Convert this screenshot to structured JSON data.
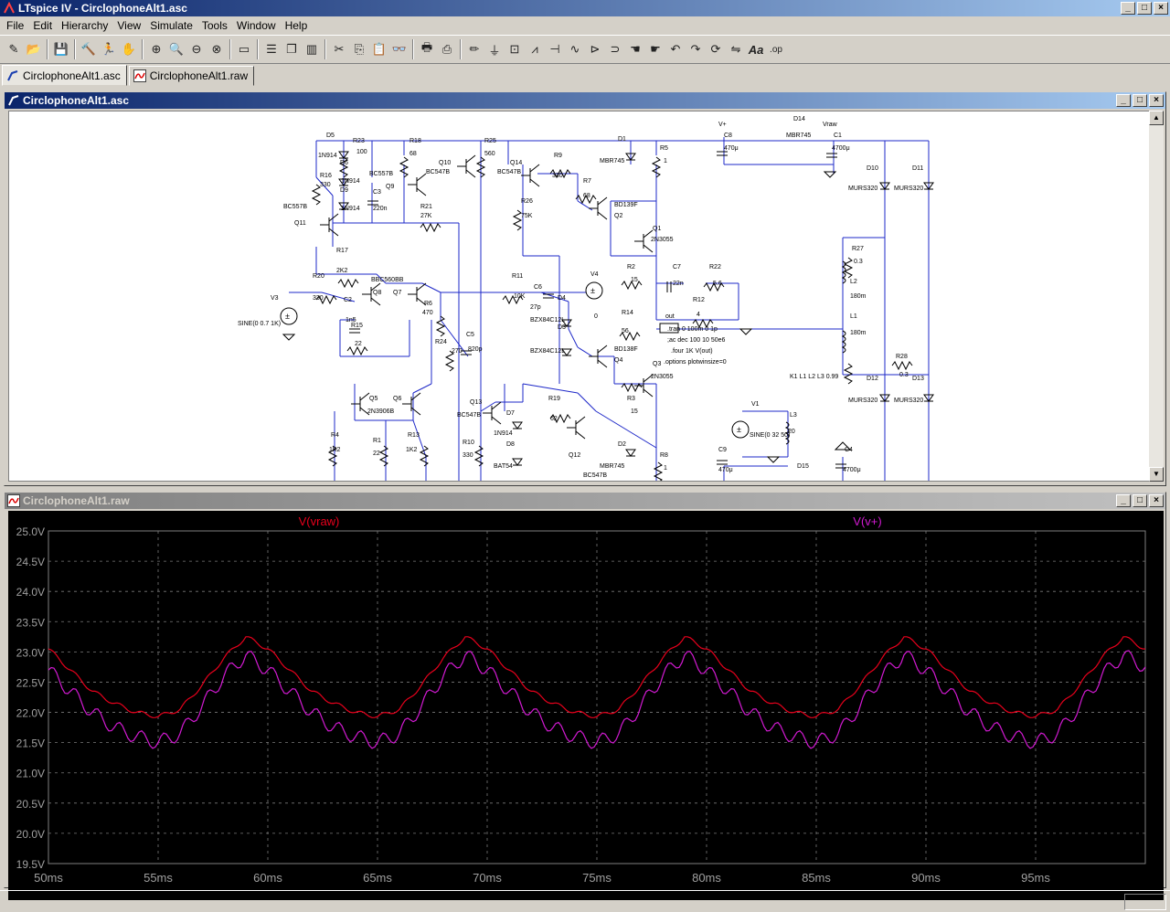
{
  "app": {
    "title": "LTspice IV - CirclophoneAlt1.asc"
  },
  "menu": [
    "File",
    "Edit",
    "Hierarchy",
    "View",
    "Simulate",
    "Tools",
    "Window",
    "Help"
  ],
  "tabs": [
    {
      "label": "CirclophoneAlt1.asc",
      "icon": "schematic-icon"
    },
    {
      "label": "CirclophoneAlt1.raw",
      "icon": "waveform-icon"
    }
  ],
  "schematic_window": {
    "title": "CirclophoneAlt1.asc",
    "labels": {
      "bc557b_a": "BC557B",
      "q11": "Q11",
      "r16": "R16",
      "r16v": "330",
      "d5": "D5",
      "d5t": "1N914",
      "d6": "D6",
      "d6t": "1N914",
      "d9": "D9",
      "d9t": "1N914",
      "r23": "R23",
      "r23v": "100",
      "bc557b_b": "BC557B",
      "q9": "Q9",
      "c3": "C3",
      "c3v": "220n",
      "r18": "R18",
      "r18v": "68",
      "r21": "R21",
      "r21v": "27K",
      "q10": "Q10",
      "bc547b_a": "BC547B",
      "r25": "R25",
      "r25v": "560",
      "q14": "Q14",
      "bc547b_b": "BC547B",
      "r9": "R9",
      "r9v": "330",
      "r26": "R26",
      "r26v": "75K",
      "d1": "D1",
      "mbr745_a": "MBR745",
      "r5": "R5",
      "r5v": "1",
      "r7": "R7",
      "r7v": "68",
      "bd139f_a": "BD139F",
      "q2": "Q2",
      "q1": "Q1",
      "n3055_a": "2N3055",
      "r17": "R17",
      "r17v": "2K2",
      "r20": "R20",
      "r20v": "330",
      "v3": "V3",
      "v3s": "SINE(0 0.7 1K)",
      "q8": "Q8",
      "q7": "Q7",
      "bc560bb": "BBC560BB",
      "c2": "C2",
      "c2v": "1n5",
      "r15": "R15",
      "r15v": "22",
      "r6": "R6",
      "r6v": "470",
      "r24": "R24",
      "r24v": "270",
      "c5": "C5",
      "c5v": "820p",
      "r11": "R11",
      "r11v": "10K",
      "c6": "C6",
      "c6v": "27p",
      "d4": "D4",
      "bzx_a": "BZX84C12L",
      "d3": "D3",
      "bzx_b": "BZX84C12L",
      "v4": "V4",
      "r2": "R2",
      "r2v": "15",
      "c7": "C7",
      "c7v": "22n",
      "r22": "R22",
      "r22v": "5.6",
      "r12": "R12",
      "r12v": "4",
      "r14": "R14",
      "r14v": "56",
      "zero": "0",
      "out": "out",
      "dir1": ".tran 0 100m 0 1p",
      "dir2": ";ac dec 100 10 50e6",
      "dir3": ".four 1K V(out)",
      "dir4": ".options plotwinsize=0",
      "k": "K1 L1 L2 L3 0.99",
      "bd138f": "BD138F",
      "q4": "Q4",
      "q3": "Q3",
      "n3055_b": "2N3055",
      "r3": "R3",
      "r3v": "15",
      "q5": "Q5",
      "q6": "Q6",
      "n3906": "2N3906B",
      "r4": "R4",
      "r4v": "1K2",
      "r1": "R1",
      "r1v": "22",
      "r13": "R13",
      "r13v": "1K2",
      "q13": "Q13",
      "bc547b_c": "BC547B",
      "r10": "R10",
      "r10v": "330",
      "d7": "D7",
      "d7t": "1N914",
      "d8": "D8",
      "bat54": "BAT54",
      "r19": "R19",
      "r19v": "62",
      "q12": "Q12",
      "bc547b_d": "BC547B",
      "d2": "D2",
      "mbr745_b": "MBR745",
      "r8": "R8",
      "r8v": "1",
      "vplus": "V+",
      "c8": "C8",
      "c8v": "470μ",
      "d14": "D14",
      "mbr745_c": "MBR745",
      "vraw": "Vraw",
      "c1": "C1",
      "c1v": "4700μ",
      "d10": "D10",
      "murs_a": "MURS320",
      "d11": "D11",
      "murs_b": "MURS320",
      "r27": "R27",
      "r27v": "0.3",
      "l2": "L2",
      "l2v": "180m",
      "l1": "L1",
      "l1v": "180m",
      "r28": "R28",
      "r28v": "0.3",
      "d12": "D12",
      "murs_c": "MURS320",
      "d13": "D13",
      "murs_d": "MURS320",
      "v1": "V1",
      "v1s": "SINE(0 32 50)",
      "l3": "L3",
      "l3v": "20",
      "c9": "C9",
      "c9v": "470μ",
      "d15": "D15",
      "mbr745_d": "MBR745",
      "c4": "C4",
      "c4v": "4700μ"
    }
  },
  "waveform_window": {
    "title": "CirclophoneAlt1.raw"
  },
  "chart_data": {
    "type": "line",
    "title": "",
    "xlabel": "",
    "ylabel": "",
    "xlim": [
      50,
      100
    ],
    "ylim": [
      19.5,
      25.0
    ],
    "x_unit": "ms",
    "y_unit": "V",
    "yticks": [
      "25.0V",
      "24.5V",
      "24.0V",
      "23.5V",
      "23.0V",
      "22.5V",
      "22.0V",
      "21.5V",
      "21.0V",
      "20.5V",
      "20.0V",
      "19.5V"
    ],
    "xticks": [
      "50ms",
      "55ms",
      "60ms",
      "65ms",
      "70ms",
      "75ms",
      "80ms",
      "85ms",
      "90ms",
      "95ms"
    ],
    "grid": true,
    "background": "#000000",
    "series": [
      {
        "name": "V(vraw)",
        "color": "#e8001c",
        "x": [
          50,
          51,
          52,
          53,
          54,
          55,
          56,
          57,
          58,
          59,
          60,
          61,
          62,
          63,
          64,
          65,
          66,
          67,
          68,
          69,
          70,
          71,
          72,
          73,
          74,
          75,
          76,
          77,
          78,
          79,
          80,
          81,
          82,
          83,
          84,
          85,
          86,
          87,
          88,
          89,
          90,
          91,
          92,
          93,
          94,
          95,
          96,
          97,
          98,
          99,
          100
        ],
        "values": [
          23.05,
          22.7,
          22.35,
          22.15,
          22.0,
          21.93,
          22.05,
          22.45,
          22.9,
          23.25,
          23.05,
          22.7,
          22.35,
          22.15,
          22.0,
          21.93,
          22.05,
          22.45,
          22.9,
          23.25,
          23.05,
          22.7,
          22.35,
          22.15,
          22.0,
          21.93,
          22.05,
          22.45,
          22.9,
          23.25,
          23.05,
          22.7,
          22.35,
          22.15,
          22.0,
          21.93,
          22.05,
          22.45,
          22.9,
          23.25,
          23.05,
          22.7,
          22.35,
          22.15,
          22.0,
          21.93,
          22.05,
          22.45,
          22.9,
          23.25,
          23.05
        ]
      },
      {
        "name": "V(v+)",
        "color": "#d21ad2",
        "x": [
          50,
          51,
          52,
          53,
          54,
          55,
          56,
          57,
          58,
          59,
          60,
          61,
          62,
          63,
          64,
          65,
          66,
          67,
          68,
          69,
          70,
          71,
          72,
          73,
          74,
          75,
          76,
          77,
          78,
          79,
          80,
          81,
          82,
          83,
          84,
          85,
          86,
          87,
          88,
          89,
          90,
          91,
          92,
          93,
          94,
          95,
          96,
          97,
          98,
          99,
          100
        ],
        "values": [
          22.7,
          22.35,
          22.0,
          21.75,
          21.6,
          21.5,
          21.65,
          22.1,
          22.6,
          22.95,
          22.7,
          22.35,
          22.0,
          21.75,
          21.6,
          21.5,
          21.65,
          22.1,
          22.6,
          22.95,
          22.7,
          22.35,
          22.0,
          21.75,
          21.6,
          21.5,
          21.65,
          22.1,
          22.6,
          22.95,
          22.7,
          22.35,
          22.0,
          21.75,
          21.6,
          21.5,
          21.65,
          22.1,
          22.6,
          22.95,
          22.7,
          22.35,
          22.0,
          21.75,
          21.6,
          21.5,
          21.65,
          22.1,
          22.6,
          22.95,
          22.75
        ]
      }
    ]
  }
}
